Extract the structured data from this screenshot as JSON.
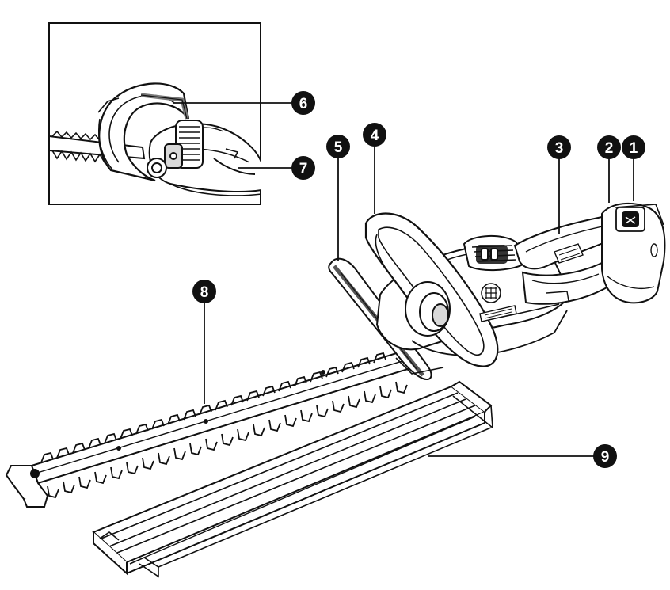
{
  "callouts": [
    {
      "id": "callout-1",
      "label": "1"
    },
    {
      "id": "callout-2",
      "label": "2"
    },
    {
      "id": "callout-3",
      "label": "3"
    },
    {
      "id": "callout-4",
      "label": "4"
    },
    {
      "id": "callout-5",
      "label": "5"
    },
    {
      "id": "callout-6",
      "label": "6"
    },
    {
      "id": "callout-7",
      "label": "7"
    },
    {
      "id": "callout-8",
      "label": "8"
    },
    {
      "id": "callout-9",
      "label": "9"
    }
  ],
  "colors": {
    "ink": "#111111",
    "paper": "#ffffff",
    "shade": "#cfcfcf",
    "badge_text": "#ffffff"
  },
  "icon_names": [
    "hedge-trimmer-illustration",
    "rear-handle-inset-illustration",
    "blade-guard-illustration"
  ]
}
